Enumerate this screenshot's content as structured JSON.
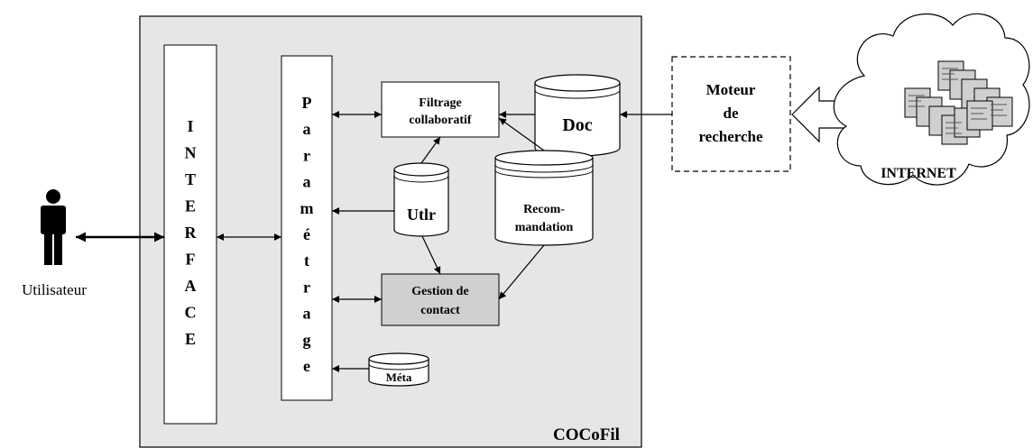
{
  "system": {
    "name": "COCoFil"
  },
  "actor": {
    "label": "Utilisateur"
  },
  "interface": {
    "letters": [
      "I",
      "N",
      "T",
      "E",
      "R",
      "F",
      "A",
      "C",
      "E"
    ]
  },
  "parametrage": {
    "letters": [
      "P",
      "a",
      "r",
      "a",
      "m",
      "é",
      "t",
      "r",
      "a",
      "g",
      "e"
    ]
  },
  "modules": {
    "filtrage": {
      "line1": "Filtrage",
      "line2": "collaboratif"
    },
    "gestion": {
      "line1": "Gestion de",
      "line2": "contact"
    }
  },
  "databases": {
    "doc": "Doc",
    "utlr": "Utlr",
    "recommandation": {
      "line1": "Recom-",
      "line2": "mandation"
    },
    "meta": "Méta"
  },
  "search_engine": {
    "line1": "Moteur",
    "line2": "de",
    "line3": "recherche"
  },
  "internet": {
    "label": "INTERNET"
  },
  "colors": {
    "system_bg": "#e6e6e6",
    "gestion_bg": "#d0d0d0",
    "stroke": "#000000"
  }
}
